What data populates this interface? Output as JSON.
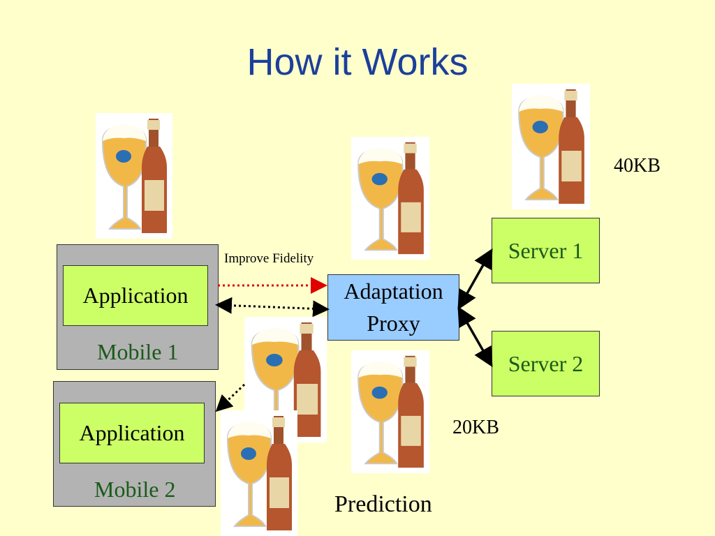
{
  "slide": {
    "title": "How it Works"
  },
  "mobile1": {
    "app_label": "Application",
    "label": "Mobile 1"
  },
  "mobile2": {
    "app_label": "Application",
    "label": "Mobile 2"
  },
  "proxy": {
    "line1": "Adaptation",
    "line2": "Proxy"
  },
  "server1": {
    "label": "Server 1"
  },
  "server2": {
    "label": "Server 2"
  },
  "annotations": {
    "improve_fidelity": "Improve Fidelity",
    "size_40kb": "40KB",
    "size_20kb": "20KB",
    "prediction": "Prediction"
  },
  "images": {
    "beer_icon": "beer-glass-and-bottle-icon"
  },
  "colors": {
    "background": "#ffffcc",
    "title": "#1c3f9b",
    "app_box": "#ccff66",
    "mobile_box": "#b3b3b3",
    "proxy_box": "#99ccff",
    "label_green": "#1a5a1a",
    "improve_arrow": "#e00000"
  }
}
